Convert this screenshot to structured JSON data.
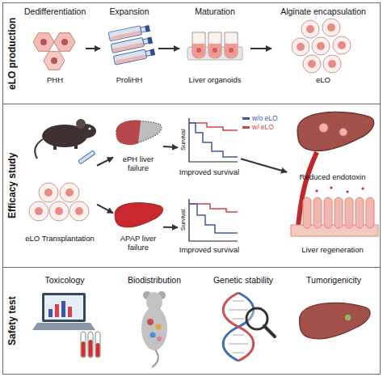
{
  "diagram": {
    "nodes": [
      {
        "text": [
          "eLO production"
        ]
      },
      {
        "text": [
          "Dedifferentiation",
          "PHH"
        ],
        "in": 0
      },
      {
        "text": [
          "Expansion",
          "ProliHH"
        ],
        "in": 0
      },
      {
        "text": [
          "Maturation",
          "Liver organoids"
        ],
        "in": 0
      },
      {
        "text": [
          "Alginate encapsulation",
          "eLO"
        ],
        "in": 0
      },
      {
        "text": [
          "Efficacy study"
        ]
      },
      {
        "text": [
          "eLO Transplantation"
        ],
        "in": 5
      },
      {
        "text": [
          "ePH liver failure"
        ],
        "in": 5
      },
      {
        "text": [
          "APAP liver failure"
        ],
        "in": 5
      },
      {
        "text": [
          "Improved survival"
        ],
        "in": 5
      },
      {
        "text": [
          "Improved survival"
        ],
        "in": 5
      },
      {
        "text": [
          "Reduced endotoxin",
          "Liver regeneration"
        ],
        "in": 5
      },
      {
        "text": [
          "Safety test"
        ]
      },
      {
        "text": [
          "Toxicology"
        ],
        "in": 12
      },
      {
        "text": [
          "Biodistribution"
        ],
        "in": 12
      },
      {
        "text": [
          "Genetic stability"
        ],
        "in": 12
      },
      {
        "text": [
          "Tumorigenicity"
        ],
        "in": 12
      }
    ],
    "edges": [
      {
        "from": 1,
        "to": 2,
        "arrow": "to"
      },
      {
        "from": 2,
        "to": 3,
        "arrow": "to"
      },
      {
        "from": 3,
        "to": 4,
        "arrow": "to"
      },
      {
        "from": 6,
        "to": 7,
        "arrow": "to"
      },
      {
        "from": 6,
        "to": 8,
        "arrow": "to"
      },
      {
        "from": 7,
        "to": 9,
        "arrow": "to"
      },
      {
        "from": 8,
        "to": 10,
        "arrow": "to"
      },
      {
        "from": 9,
        "to": 11,
        "arrow": "to"
      }
    ],
    "labels": [
      "Survival",
      "Survival"
    ],
    "legend": [
      {
        "text": "w/o eLO",
        "color": "#3b5ba9"
      },
      {
        "text": "w/ eLO",
        "color": "#d7424a"
      }
    ]
  }
}
